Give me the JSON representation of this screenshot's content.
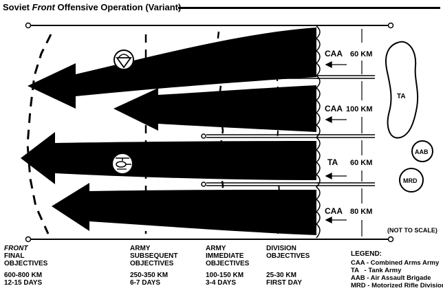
{
  "title": {
    "prefix": "Soviet ",
    "italic": "Front",
    "suffix": " Offensive Operation (Variant)"
  },
  "armies": [
    {
      "type": "CAA",
      "frontage": "60 KM"
    },
    {
      "type": "CAA",
      "frontage": "100 KM"
    },
    {
      "type": "TA",
      "frontage": "60 KM"
    },
    {
      "type": "CAA",
      "frontage": "80 KM"
    }
  ],
  "reserves": {
    "ta": "TA",
    "aab": "AAB",
    "mrd": "MRD"
  },
  "not_to_scale": "(NOT TO SCALE)",
  "objectives": [
    {
      "heading": "FRONT",
      "label1": "FINAL",
      "label2": "OBJECTIVES",
      "label3": "",
      "distance": "600-800 KM",
      "time": "12-15 DAYS"
    },
    {
      "heading": "",
      "label1": "ARMY",
      "label2": "SUBSEQUENT",
      "label3": "OBJECTIVES",
      "distance": "250-350 KM",
      "time": "6-7 DAYS"
    },
    {
      "heading": "",
      "label1": "ARMY",
      "label2": "IMMEDIATE",
      "label3": "OBJECTIVES",
      "distance": "100-150 KM",
      "time": "3-4 DAYS"
    },
    {
      "heading": "",
      "label1": "DIVISION",
      "label2": "OBJECTIVES",
      "label3": "",
      "distance": "25-30 KM",
      "time": "FIRST DAY"
    }
  ],
  "legend": {
    "heading": "LEGEND:",
    "entries": [
      "CAA - Combined Arms Army",
      "TA   - Tank Army",
      "AAB - Air Assault Brigade",
      "MRD - Motorized Rifle Division"
    ]
  },
  "icons": [
    "helicopter-icon",
    "parachute-icon",
    "frontline-scallop",
    "boundary-line"
  ]
}
